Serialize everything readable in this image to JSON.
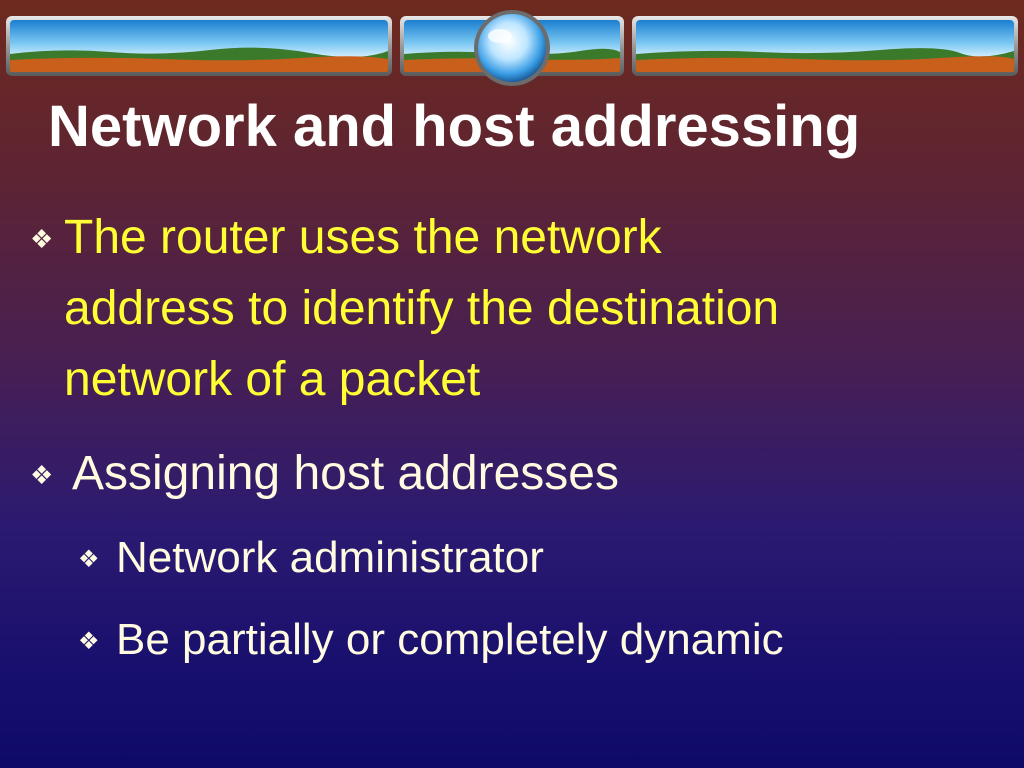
{
  "slide": {
    "title": "Network and host addressing",
    "bullets": [
      {
        "level": 1,
        "glyph": "❖",
        "text": "The router uses the network\naddress to identify the destination\nnetwork of a packet"
      },
      {
        "level": 1,
        "glyph": "❖",
        "text": "Assigning host addresses"
      },
      {
        "level": 2,
        "glyph": "❖",
        "text": "Network administrator"
      },
      {
        "level": 2,
        "glyph": "❖",
        "text": "Be partially or completely dynamic"
      }
    ]
  },
  "colors": {
    "title": "#ffffff",
    "primary_text": "#ffff33",
    "secondary_text": "#fffbe0",
    "background_top": "#6e2a1e",
    "background_bottom": "#0e0a68"
  },
  "decoration": {
    "banner_icon": "landscape-globe-banner-icon"
  }
}
